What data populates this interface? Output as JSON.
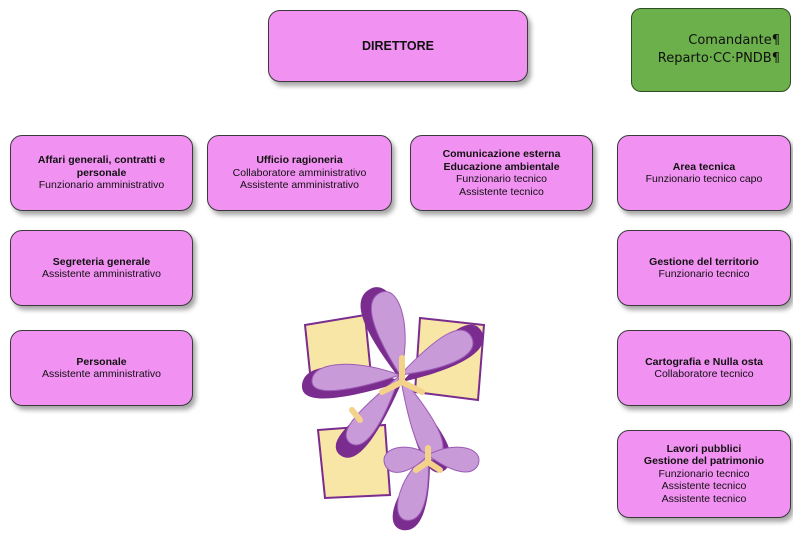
{
  "director": {
    "title": "DIRETTORE"
  },
  "commander": {
    "lines": [
      "Comandante¶",
      "Reparto·CC·PNDB¶"
    ]
  },
  "units": {
    "affari": {
      "title": "Affari generali, contratti e personale",
      "roles": [
        "Funzionario amministrativo"
      ]
    },
    "ragioneria": {
      "title": "Ufficio ragioneria",
      "roles": [
        "Collaboratore amministrativo",
        "Assistente amministrativo"
      ]
    },
    "comunicazione": {
      "title_lines": [
        "Comunicazione esterna",
        "Educazione ambientale"
      ],
      "roles": [
        "Funzionario tecnico",
        "Assistente tecnico"
      ]
    },
    "area_tecnica": {
      "title": "Area tecnica",
      "roles": [
        "Funzionario tecnico capo"
      ]
    },
    "segreteria": {
      "title": "Segreteria generale",
      "roles": [
        "Assistente amministrativo"
      ]
    },
    "territorio": {
      "title": "Gestione del territorio",
      "roles": [
        "Funzionario tecnico"
      ]
    },
    "personale": {
      "title": "Personale",
      "roles": [
        "Assistente amministrativo"
      ]
    },
    "cartografia": {
      "title": "Cartografia e Nulla osta",
      "roles": [
        "Collaboratore tecnico"
      ]
    },
    "lavori": {
      "title_lines": [
        "Lavori pubblici",
        "Gestione del patrimonio"
      ],
      "roles": [
        "Funzionario tecnico",
        "Assistente tecnico",
        "Assistente tecnico"
      ]
    }
  },
  "colors": {
    "unit_fill": "#f191f1",
    "commander_fill": "#6bb04a",
    "flower_petal": "#c99ad8",
    "flower_shadow": "#7b2c8f",
    "flower_back": "#f7e6a6"
  },
  "decoration": {
    "icon": "flower-clipart-icon"
  }
}
